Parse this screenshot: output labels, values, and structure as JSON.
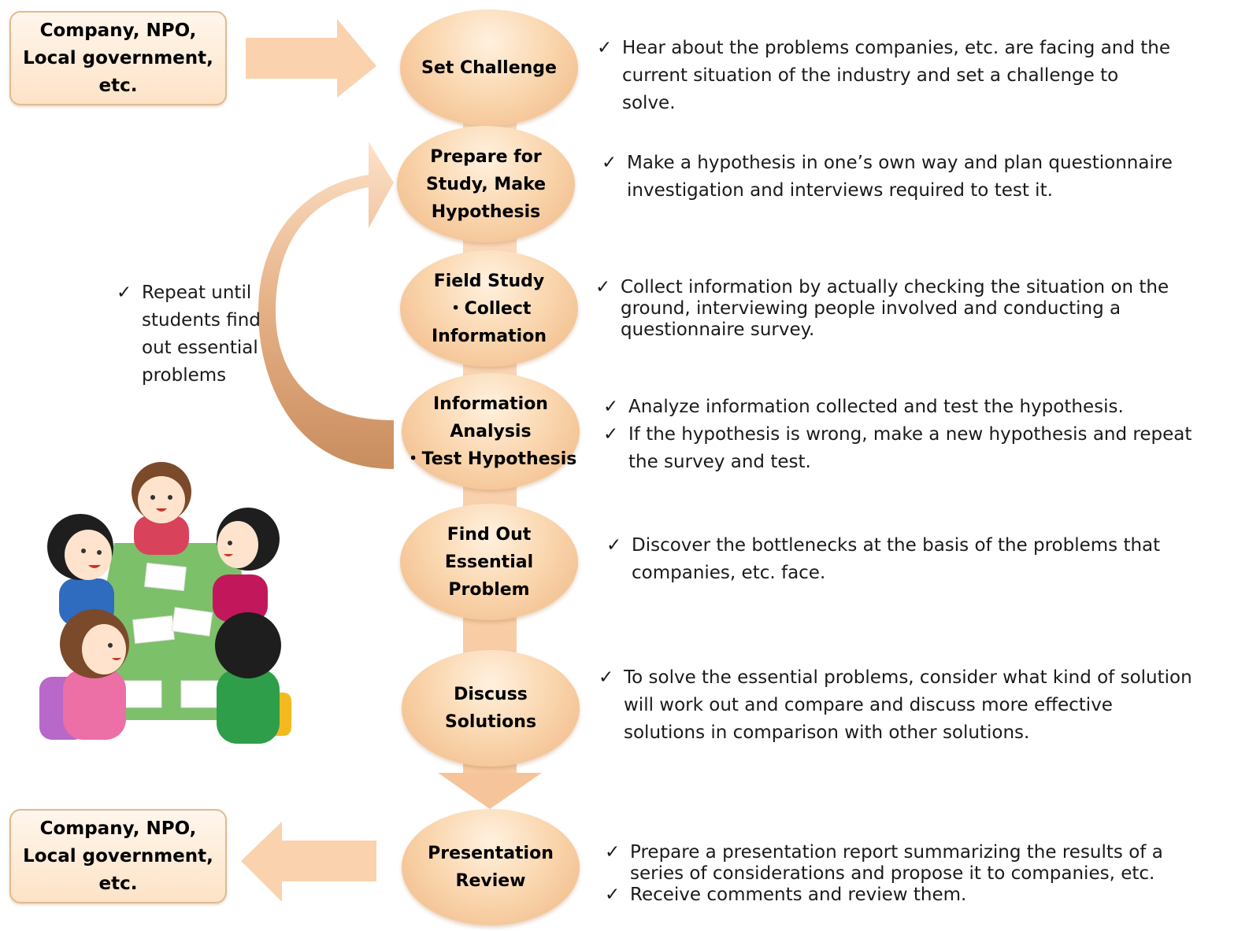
{
  "stakeholder_top": "Company, NPO,\nLocal government,\netc.",
  "stakeholder_bottom": "Company, NPO,\nLocal government,\netc.",
  "check_mark": "✓",
  "repeat_note": [
    "Repeat until",
    "students find",
    "out essential",
    "problems"
  ],
  "steps": [
    {
      "label": "Set Challenge",
      "desc": [
        [
          "Hear about the problems companies, etc. are facing and the",
          "current situation of the industry and set a challenge to",
          "solve."
        ]
      ]
    },
    {
      "label": "Prepare for\nStudy, Make\nHypothesis",
      "desc": [
        [
          "Make a hypothesis in one’s own way and plan questionnaire",
          "investigation and interviews required to test it."
        ]
      ]
    },
    {
      "label": "Field Study\n・Collect\nInformation",
      "desc": [
        [
          "Collect information by actually checking the situation on the",
          "ground, interviewing people involved and conducting a",
          "questionnaire survey."
        ]
      ]
    },
    {
      "label": "Information\nAnalysis\n・Test Hypothesis",
      "desc": [
        [
          "Analyze information collected and test the hypothesis."
        ],
        [
          "If the hypothesis is wrong, make a new hypothesis and repeat",
          "the survey and test."
        ]
      ]
    },
    {
      "label": "Find Out Essential\nProblem",
      "desc": [
        [
          "Discover the bottlenecks at the basis of the problems that",
          "companies, etc. face."
        ]
      ]
    },
    {
      "label": "Discuss\nSolutions",
      "desc": [
        [
          "To solve the essential problems, consider what kind of solution",
          "will work out and compare and discuss more effective",
          "solutions in comparison with other solutions."
        ]
      ]
    },
    {
      "label": "Presentation\nReview",
      "desc": [
        [
          "Prepare a presentation report summarizing the results of a",
          "series of considerations and propose it to companies, etc."
        ],
        [
          "Receive comments and review them."
        ]
      ]
    }
  ]
}
